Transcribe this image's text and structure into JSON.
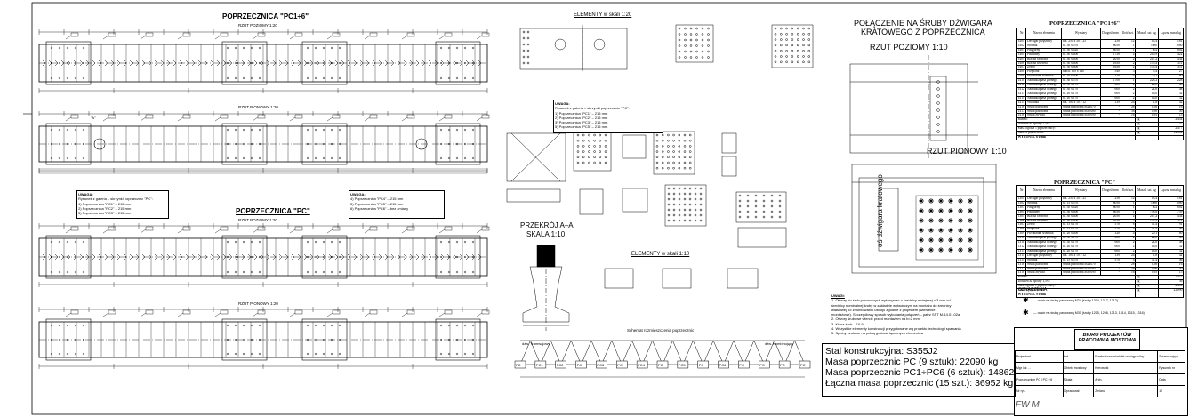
{
  "drawing": {
    "pc1_6_title": "POPRZECZNICA \"PC1÷6\"",
    "pc_title": "POPRZECZNICA \"PC\"",
    "plan_view": "RZUT POZIOMY 1:20",
    "side_view": "RZUT PIONOWY 1:20",
    "section_marker": "\"A\"",
    "elements_1_20": "ELEMENTY w skali 1:20",
    "elements_1_10": "ELEMENTY w skali 1:10",
    "section_aa": "PRZEKRÓJ A–A",
    "section_scale": "SKALA 1:10",
    "scheme_title": "Schemat rozmieszczenia poprzecznic",
    "left_girder": "dźw. Tramwajowy",
    "right_girder": "dźw. Kombinujący",
    "joint_title_1": "POŁĄCZENIE NA ŚRUBY DŹWIGARA",
    "joint_title_2": "KRATOWEGO Z POPRZECZNICĄ",
    "joint_plan": "RZUT POZIOMY 1:10",
    "joint_side": "RZUT PIONOWY 1:10",
    "truss_axis": "oś dźwigara kratowego",
    "legend_title": "OZNACZENIA:",
    "legend_item_1": "— otwór na śrubę pasowaną M24 (śruby 1304, 1317, 1312)",
    "legend_item_2": "— otwór na śrubę pasowaną M30 (śruby 1205, 1208, 1313, 1314, 1315, 1316)",
    "uwagi_title": "UWAGI:",
    "notes": [
      "1. Otwory do śrub pasowanych wykonywać o średnicy mniejszej o 3 mm od",
      "   średnicy nominalnej śruby w zakładzie wytwórczym na montażu do średnicy",
      "   właściwej po zmontowaniu ustroju zgodnie z projektem (wiercenie",
      "   montażowe). Szczegółowy sposób wykonania połączeń – patrz SST M-14.01.02a",
      "2. Otwory śrubowe wiercić przed montażem na b=2 mm",
      "3. Klasa śrub – 10.9",
      "4. Wszystkie elementy konstrukcji przygotowane wg projektu technologii spawania",
      "5. Spoiny czołowe na pełną grubość łączonych elementów"
    ],
    "plan_note_lines": [
      "UWAGA:",
      "Rysunek z galeria – skrzynki poprzecznic \"PC\":",
      "1) Poprzecznica \"PC1\" – 215 mm",
      "2) Poprzecznica \"PC2\" – 215 mm",
      "3) Poprzecznica \"PC3\" – 215 mm",
      "4) Poprzecznica \"PC4\" – 215 mm",
      "5) Poprzecznica \"PC5\" – 215 mm",
      "6) Poprzecznica \"PC6\" – bez zmiany"
    ],
    "scheme_labels": [
      "PC",
      "PC1",
      "PC2",
      "PC",
      "PC3",
      "PC",
      "PC4",
      "PC",
      "PC5",
      "PC",
      "PC6",
      "PC",
      "PC",
      "PC",
      "PC"
    ],
    "mass": {
      "steel": "Stal konstrukcyjna:  S355J2",
      "pc": "Masa poprzecznic PC (9 sztuk):  22090 kg",
      "pc16": "Masa poprzecznic PC1÷PC6 (6 sztuk):  14862 kg",
      "total": "Łączna masa poprzecznic (15 szt.):  36952 kg"
    }
  },
  "bom1": {
    "title": "POPRZECZNICA \"PC1÷6\"",
    "headers": [
      "Nr",
      "Nazwa elementu",
      "Wymiary",
      "Długość mm",
      "Ilość szt.",
      "Masa 1 szt. kg",
      "Łączna masa kg"
    ],
    "rows": [
      [
        "1401",
        "Dźwigar przęsłowy",
        "blz. 250 x 30 x 25",
        "258",
        "12",
        "13,4",
        "161"
      ],
      [
        "1402",
        "Środnik",
        "bl. 30 x 570",
        "8050",
        "1",
        "1080",
        "1080"
      ],
      [
        "1403",
        "Pas górny",
        "bl. 30 x 420",
        "8050",
        "1",
        "802",
        "802"
      ],
      [
        "1404",
        "Pas dolny",
        "bl. 30 x 400",
        "1750",
        "2",
        "210,9",
        "422"
      ],
      [
        "1405",
        "Blacha czołowa",
        "bl. 30 x 400",
        "2050",
        "2",
        "217,2",
        "434"
      ],
      [
        "1406",
        "Blacha węzłowa",
        "bl. 30 x 400",
        "1650",
        "2",
        "155,4",
        "311"
      ],
      [
        "1407",
        "Żebro",
        "bl. 30 x 400",
        "1650",
        "2",
        "155,4",
        "311"
      ],
      [
        "1408",
        "Przepona",
        "blach. 150 x 140",
        "540",
        "5",
        "5,4",
        "27"
      ],
      [
        "1409",
        "Przykładka środnika",
        "bl. 20 x 400",
        "320",
        "4",
        "20,1",
        "80"
      ],
      [
        "1410",
        "Nakładka pasa górnego",
        "bl. 30 x 570",
        "1700",
        "1",
        "228,2",
        "228"
      ],
      [
        "1411",
        "Nakładka pasa dolnego",
        "bl. 30 x 170",
        "600",
        "2",
        "24,0",
        "48"
      ],
      [
        "1412",
        "Nakładka pasa dolnego",
        "bl. 30 x 170",
        "600",
        "2",
        "24,0",
        "48"
      ],
      [
        "1413",
        "Nakładka pasa górnego",
        "bl. 20 x 170",
        "600",
        "2",
        "16,0",
        "32"
      ],
      [
        "1414",
        "Nakładka pasa górnego",
        "bl. 20 x 170",
        "600",
        "2",
        "16,0",
        "32"
      ],
      [
        "1415",
        "Wkładka",
        "blz. 100 x 10 x 12",
        "139",
        "24",
        "1,8",
        "42"
      ],
      [
        "1416",
        "Śruba pasowana",
        "Śruba pasowana M24x70",
        "-",
        "28",
        "0,56",
        "16"
      ],
      [
        "1417",
        "Śruba pasowana",
        "Śruba pasowana M30x80",
        "-",
        "56",
        "0,90",
        "50"
      ],
      [
        "1418",
        "Śruba zwykła",
        "Śruba pasowana M30x90",
        "-",
        "16",
        "0,95",
        "15"
      ]
    ],
    "footer": [
      [
        "Razem:",
        "",
        "kg",
        "2 454"
      ],
      [
        "Dodatek na spoiny 1,5%:",
        "",
        "kg",
        "37"
      ],
      [
        "Masa ogólna 1 poprzecznicy:",
        "",
        "kg",
        "2 477"
      ],
      [
        "Masa 6 poprzecznic:",
        "",
        "kg",
        "14 862"
      ],
      [
        "WYKONAĆ 6 sztuk",
        "",
        "",
        ""
      ]
    ]
  },
  "bom2": {
    "title": "POPRZECZNICA \"PC\"",
    "headers": [
      "Nr",
      "Nazwa elementu",
      "Wymiary",
      "Długość mm",
      "Ilość szt.",
      "Masa 1 szt. kg",
      "Łączna masa kg"
    ],
    "rows": [
      [
        "1301",
        "Dźwigar przęsłowy",
        "blz. 250 x 30 x 25",
        "258",
        "12",
        "13,4",
        "161"
      ],
      [
        "1302",
        "Środnik",
        "bl. 15 x 570",
        "8050",
        "1",
        "1080",
        "1080"
      ],
      [
        "1303",
        "Pas górny",
        "bl. 30 x 420",
        "8050",
        "1",
        "802",
        "802"
      ],
      [
        "1304",
        "Pas dolny",
        "bl. 30 x 400",
        "8050",
        "1",
        "758,6",
        "759"
      ],
      [
        "1305",
        "Blacha czołowa",
        "bl. 30 x 400",
        "2050",
        "2",
        "217,2",
        "434"
      ],
      [
        "1306",
        "Blacha węzłowa",
        "bl. 30 x 400",
        "1650",
        "2",
        "155,4",
        "311"
      ],
      [
        "1307",
        "Żebro",
        "bl. 15 x 170",
        "570",
        "8",
        "11,4",
        "91"
      ],
      [
        "1308",
        "Przepona",
        "bl. 15 x 170",
        "570",
        "4",
        "11,4",
        "46"
      ],
      [
        "1309",
        "Przykładka środnika",
        "bl. 20 x 400",
        "320",
        "4",
        "20,1",
        "80"
      ],
      [
        "1310",
        "Nakładka pasa górnego",
        "bl. 30 x 170",
        "600",
        "2",
        "24,0",
        "48"
      ],
      [
        "1311",
        "Nakładka pasa dolnego",
        "bl. 30 x 170",
        "600",
        "2",
        "24,0",
        "48"
      ],
      [
        "1312",
        "Nakładka pasa dolnego",
        "bl. 20 x 170",
        "600",
        "2",
        "16,0",
        "32"
      ],
      [
        "1313",
        "Nakładka pasa górnego",
        "bl. 20 x 170",
        "600",
        "2",
        "16,0",
        "32"
      ],
      [
        "1314",
        "Dźwigar przęsłowy",
        "blz. 100 x 10 x 12",
        "139",
        "24",
        "1,8",
        "42"
      ],
      [
        "1315",
        "Środnik",
        "bl. 15 x 570",
        "570",
        "4",
        "11,4",
        "46"
      ],
      [
        "1316",
        "Śruba pasowana",
        "Śruba pasowana M24x70",
        "-",
        "28",
        "0,56",
        "16"
      ],
      [
        "1317",
        "Śruba pasowana",
        "Śruba pasowana M30x80",
        "-",
        "56",
        "0,90",
        "50"
      ],
      [
        "1318",
        "Śruba zwykła",
        "Śruba pasowana M30x90",
        "-",
        "16",
        "0,95",
        "15"
      ]
    ],
    "footer": [
      [
        "Razem:",
        "",
        "kg",
        "2 422"
      ],
      [
        "Dodatek na spoiny 1,5%:",
        "",
        "kg",
        "36"
      ],
      [
        "Masa ogólna 1 poprzecznicy:",
        "",
        "kg",
        "2 454"
      ],
      [
        "Masa 9 poprzecznic:",
        "",
        "kg",
        "22 090"
      ],
      [
        "WYKONAĆ 9 sztuk",
        "",
        "",
        ""
      ]
    ]
  },
  "titleblock": {
    "office_1": "BIURO PROJEKTÓW",
    "office_2": "PRACOWNIA MOSTOWA",
    "cells": [
      "Projektant",
      "Inż. ...",
      "Przebudowa wiaduktu w ciągu ulicy",
      "Sprawdzający",
      "Mgr inż. ...",
      "Obiekt mostowy",
      "Kierownik",
      "Rysunek nr",
      "Poprzecznice PC i PC1÷6",
      "Skala",
      "Arch.",
      "Data",
      "Nr rys.",
      "Opracował",
      "Zmiana",
      "12"
    ],
    "initials": "FW   M"
  }
}
